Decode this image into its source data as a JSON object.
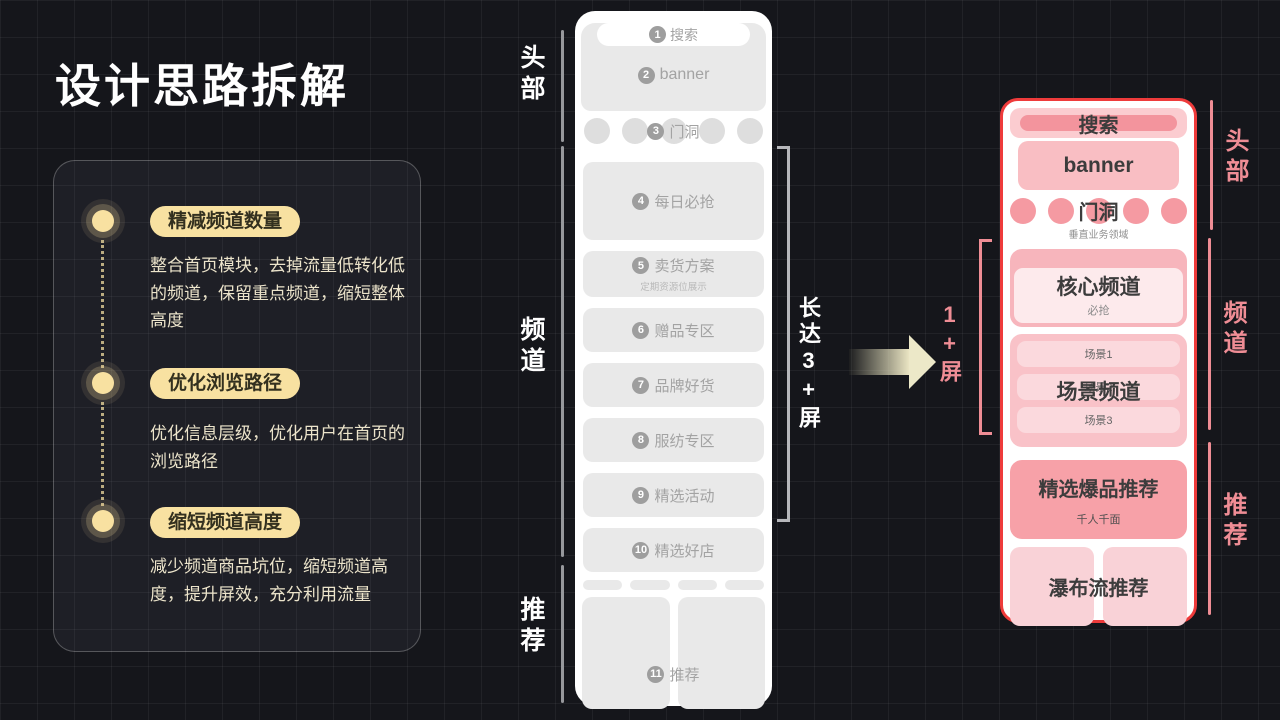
{
  "title": "设计思路拆解",
  "colors": {
    "accent-yellow": "#f8e1a1",
    "cream-text": "#ece4cb",
    "gray-line": "#97989c",
    "wire-bg": "#e9e9e9",
    "wire-text": "#a3a3a3",
    "pink-line": "#ef8d95",
    "pink-strong": "#f3949d",
    "red-border": "#ee3b3b",
    "dark-text": "#3c3c3c"
  },
  "left_panel": {
    "items": [
      {
        "pill": "精减频道数量",
        "desc": "整合首页模块，去掉流量低转化低的频道，保留重点频道，缩短整体高度"
      },
      {
        "pill": "优化浏览路径",
        "desc": "优化信息层级，优化用户在首页的浏览路径"
      },
      {
        "pill": "缩短频道高度",
        "desc": "减少频道商品坑位，缩短频道高度，提升屏效，充分利用流量"
      }
    ]
  },
  "center_phone": {
    "search": {
      "num": "1",
      "label": "搜索"
    },
    "banner": {
      "num": "2",
      "label": "banner"
    },
    "doors": {
      "num": "3",
      "label": "门洞"
    },
    "channels": [
      {
        "num": "4",
        "label": "每日必抢"
      },
      {
        "num": "5",
        "label": "卖货方案",
        "sub": "定期资源位展示"
      },
      {
        "num": "6",
        "label": "赠品专区"
      },
      {
        "num": "7",
        "label": "品牌好货"
      },
      {
        "num": "8",
        "label": "服纺专区"
      },
      {
        "num": "9",
        "label": "精选活动"
      },
      {
        "num": "10",
        "label": "精选好店"
      }
    ],
    "recommend": {
      "num": "11",
      "label": "推荐"
    }
  },
  "center_annotations": {
    "header": "头部",
    "channels": "频道",
    "recommend": "推荐",
    "length_note": "长达3+屏"
  },
  "right_annotations": {
    "screen_note": "1+屏",
    "header": "头部",
    "channels": "频道",
    "recommend": "推荐"
  },
  "right_phone": {
    "search": "搜索",
    "banner": "banner",
    "doors": "门洞",
    "doors_sub": "垂直业务领域",
    "core": {
      "title": "核心频道",
      "sub": "必抢"
    },
    "scene": {
      "title": "场景频道",
      "pills": [
        "场景1",
        "场景2",
        "场景3"
      ]
    },
    "hot": {
      "title": "精选爆品推荐",
      "sub": "千人千面"
    },
    "waterfall": "瀑布流推荐"
  }
}
